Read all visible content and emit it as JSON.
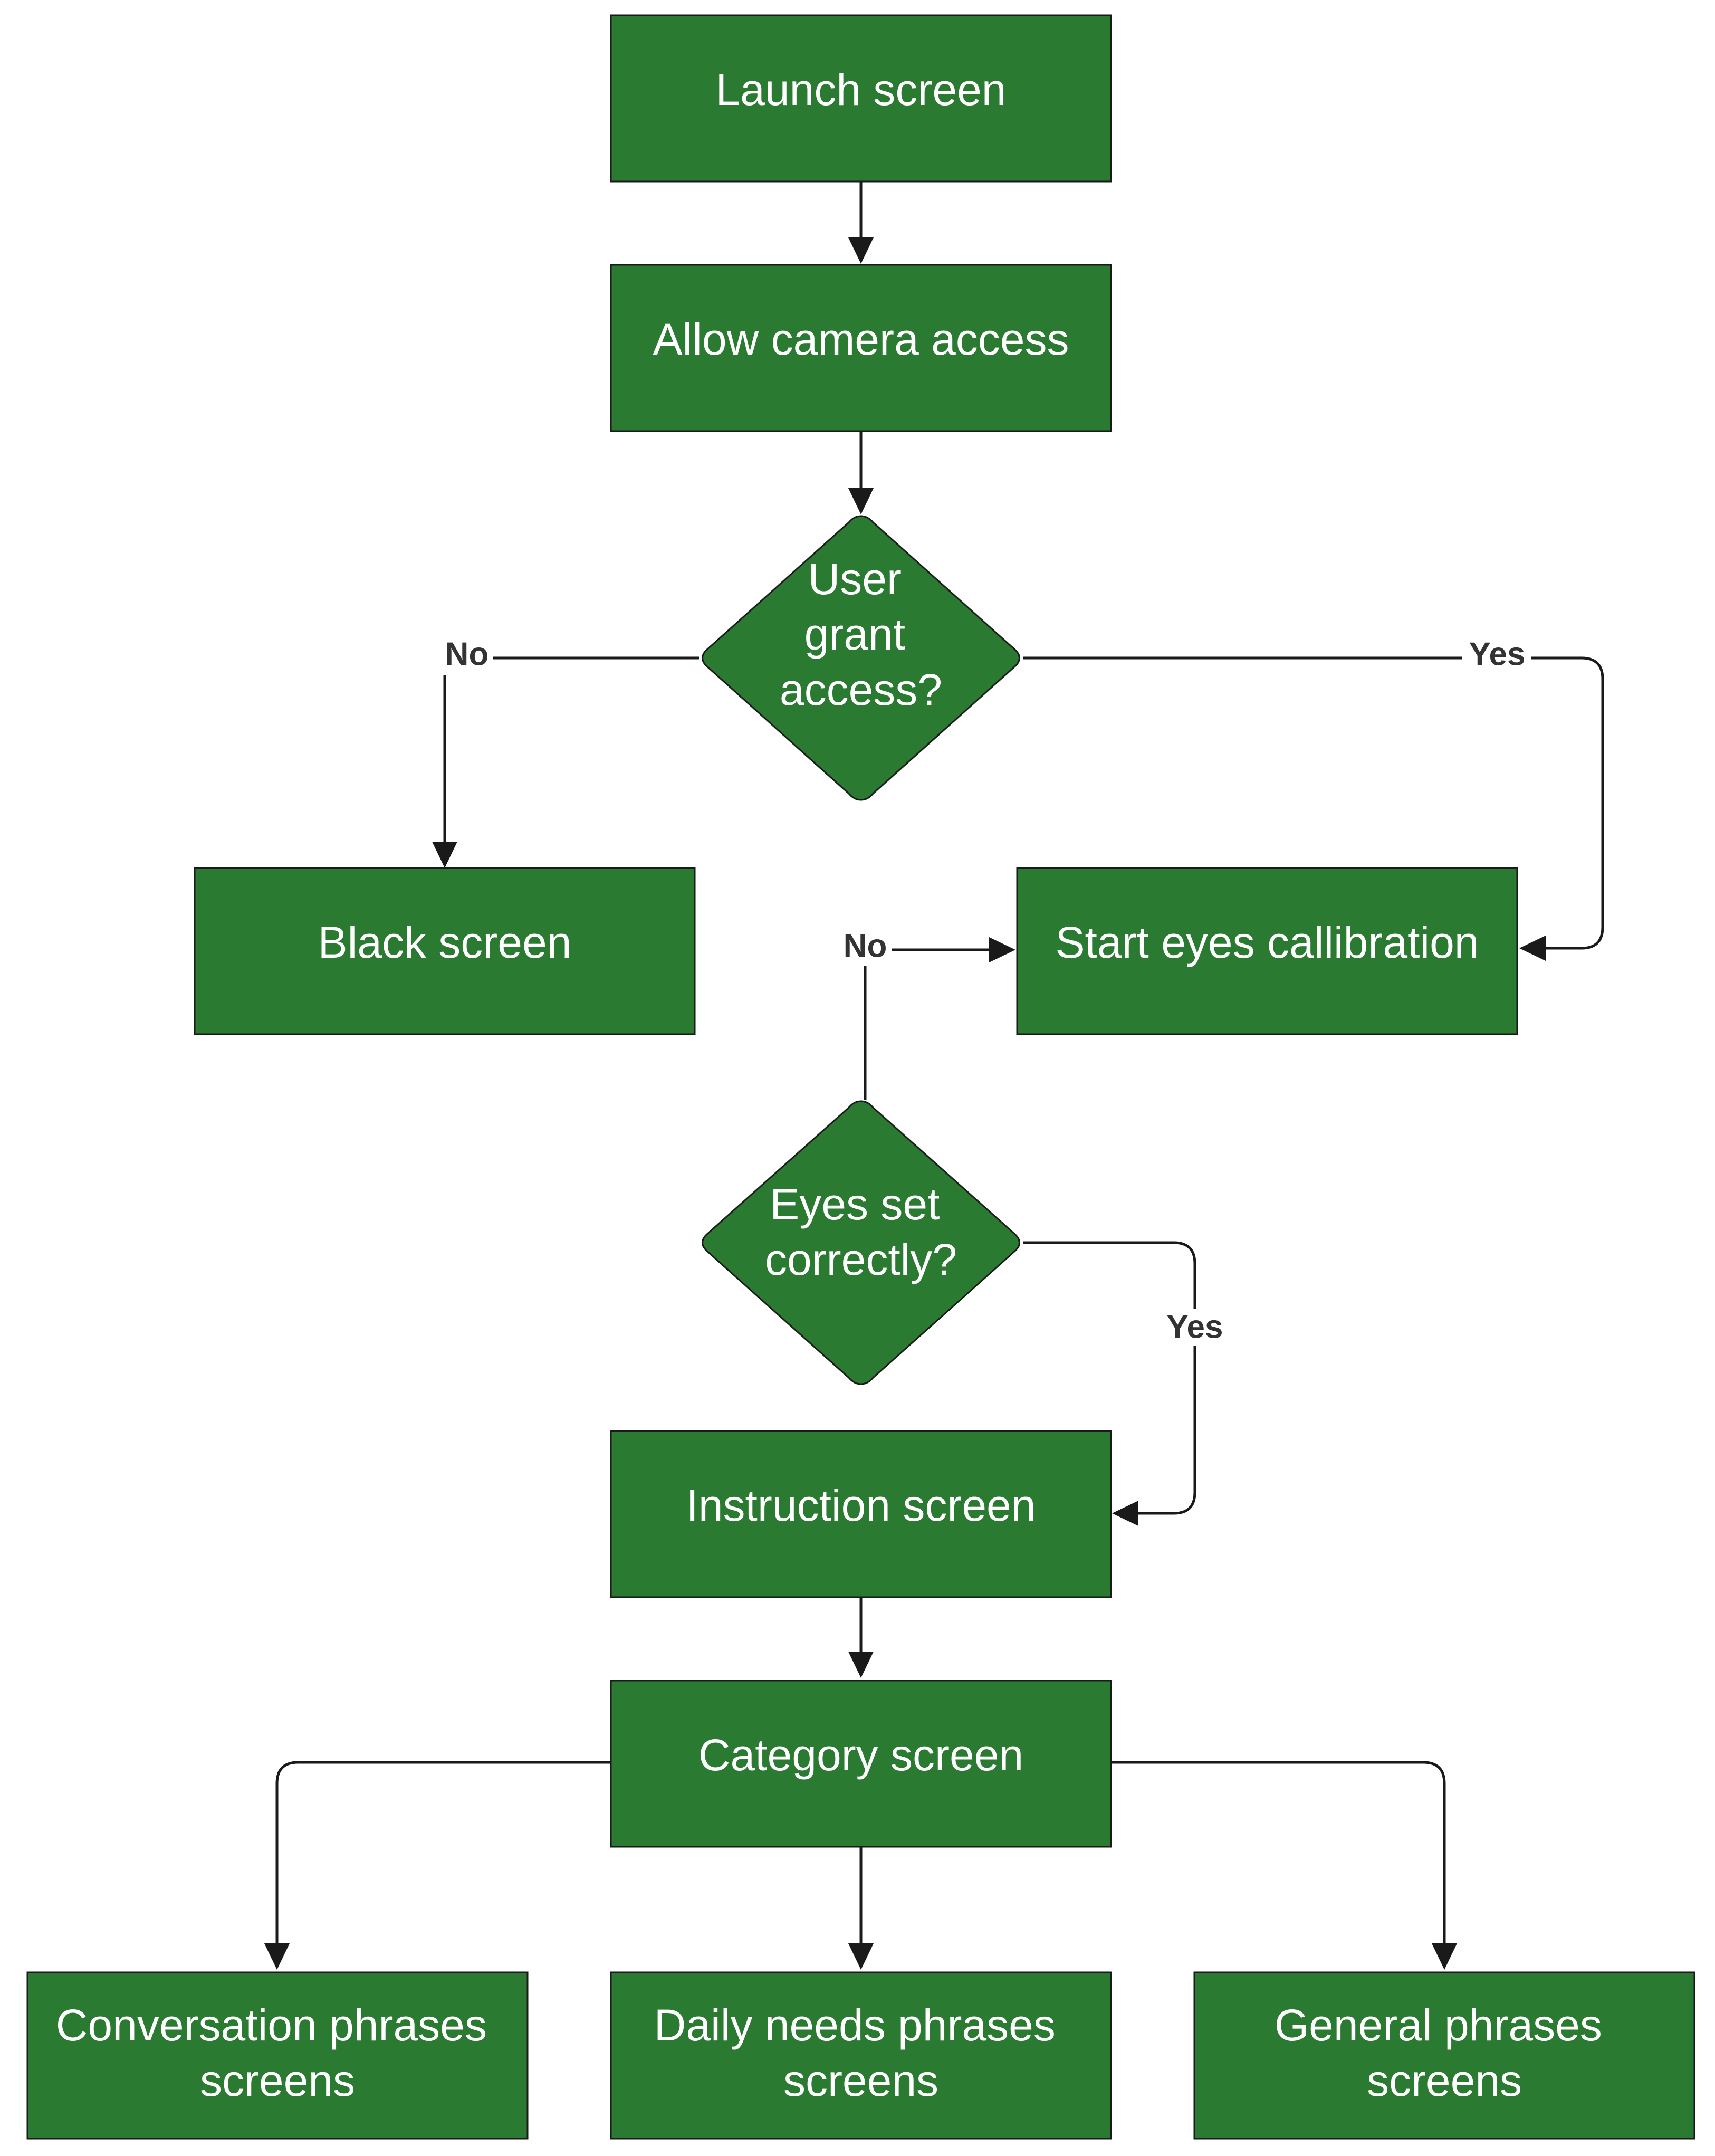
{
  "diagram": {
    "nodes": {
      "launch": {
        "lines": [
          "Launch screen"
        ]
      },
      "camera": {
        "lines": [
          "Allow camera access"
        ]
      },
      "grant": {
        "lines": [
          "User",
          "grant",
          "access?"
        ]
      },
      "black": {
        "lines": [
          "Black screen"
        ]
      },
      "calib": {
        "lines": [
          "Start eyes callibration"
        ]
      },
      "eyes": {
        "lines": [
          "Eyes set",
          "correctly?"
        ]
      },
      "instr": {
        "lines": [
          "Instruction screen"
        ]
      },
      "cat": {
        "lines": [
          "Category screen"
        ]
      },
      "conv": {
        "lines": [
          "Conversation phrases",
          "screens"
        ]
      },
      "daily": {
        "lines": [
          "Daily needs phrases",
          "screens"
        ]
      },
      "general": {
        "lines": [
          "General phrases",
          "screens"
        ]
      }
    },
    "edge_labels": {
      "grant_no": "No",
      "grant_yes": "Yes",
      "eyes_no": "No",
      "eyes_yes": "Yes"
    },
    "colors": {
      "node_fill": "#2a7a32",
      "node_text": "#ffffff",
      "edge": "#1a1a1a"
    }
  }
}
